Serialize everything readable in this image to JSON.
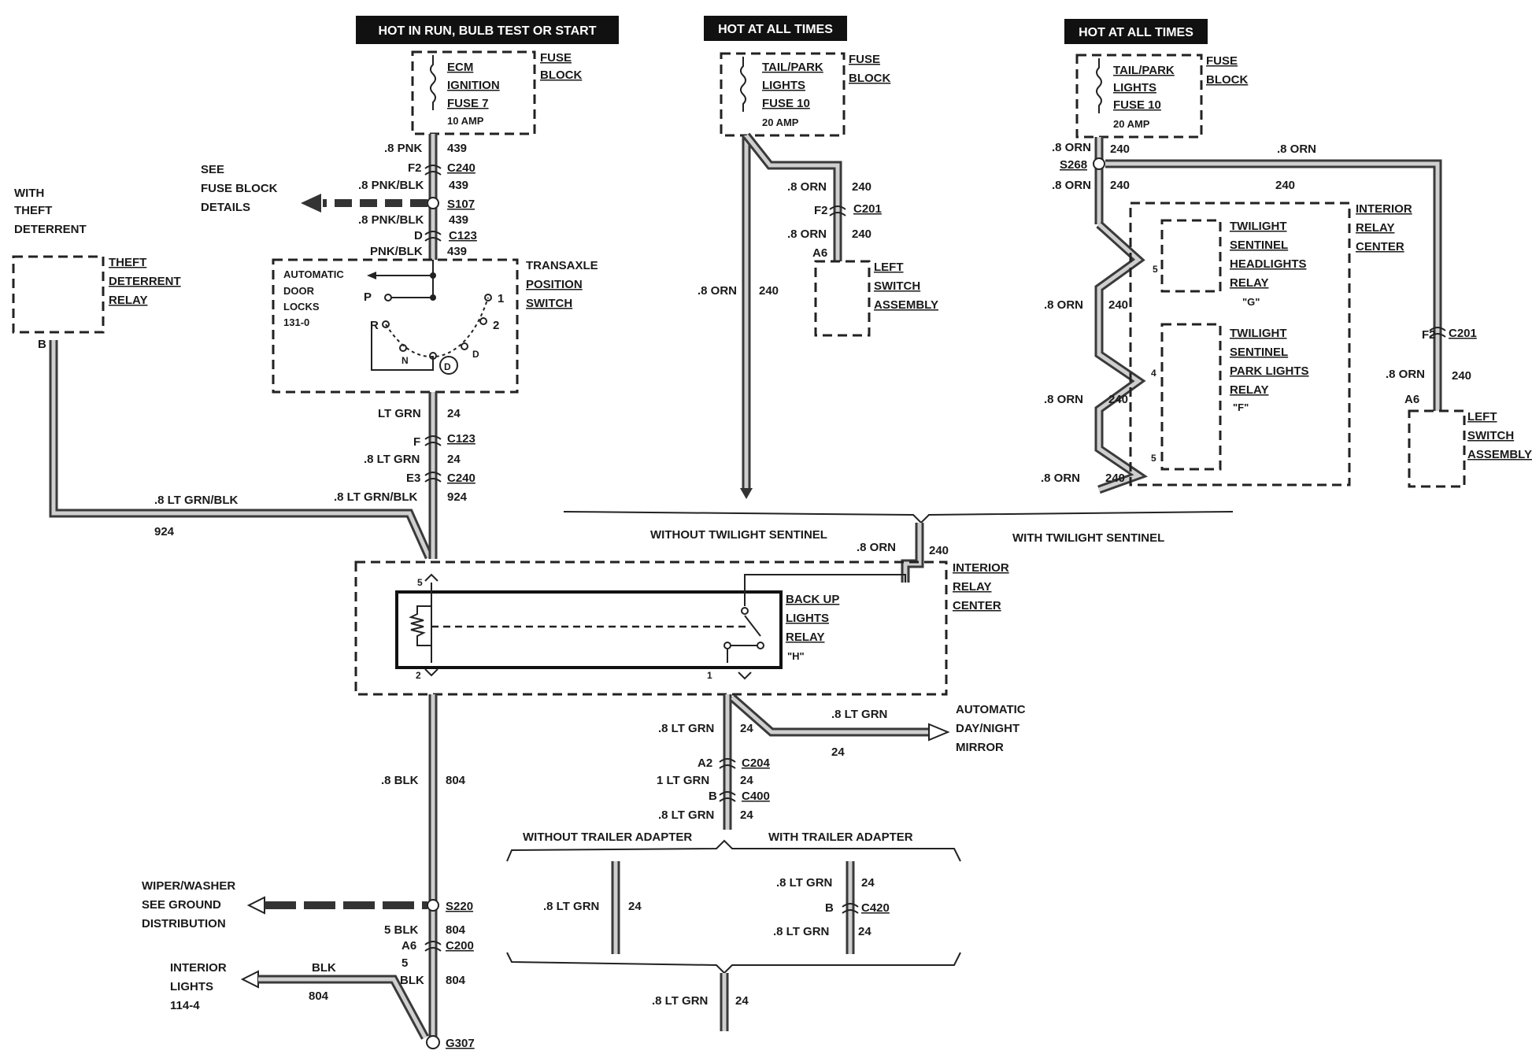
{
  "headers": {
    "hot_run": "HOT IN RUN, BULB TEST OR  START",
    "hot_always_1": "HOT AT ALL TIMES",
    "hot_always_2": "HOT AT ALL TIMES"
  },
  "fuse_blocks": {
    "ecm": {
      "line1": "ECM",
      "line2": "IGNITION",
      "line3": "FUSE 7",
      "line4": "10 AMP",
      "label1": "FUSE",
      "label2": "BLOCK"
    },
    "tail1": {
      "line1": "TAIL/PARK",
      "line2": "LIGHTS",
      "line3": "FUSE 10",
      "line4": "20 AMP",
      "label1": "FUSE",
      "label2": "BLOCK"
    },
    "tail2": {
      "line1": "TAIL/PARK",
      "line2": "LIGHTS",
      "line3": "FUSE 10",
      "line4": "20 AMP",
      "label1": "FUSE",
      "label2": "BLOCK"
    }
  },
  "left_column": {
    "w1_color": ".8 PNK",
    "w1_num": "439",
    "f2": "F2",
    "c240": "C240",
    "w2_color": ".8 PNK/BLK",
    "w2_num": "439",
    "s107": "S107",
    "w3_color": ".8 PNK/BLK",
    "w3_num": "439",
    "d": "D",
    "c123": "C123",
    "w4_color": "PNK/BLK",
    "w4_num": "439",
    "see1": "SEE",
    "see2": "FUSE BLOCK",
    "see3": "DETAILS",
    "theft1": "WITH",
    "theft2": "THEFT",
    "theft3": "DETERRENT",
    "tdr1": "THEFT",
    "tdr2": "DETERRENT",
    "tdr3": "RELAY",
    "b": "B",
    "auto1": "AUTOMATIC",
    "auto2": "DOOR",
    "auto3": "LOCKS",
    "auto4": "131-0",
    "trans1": "TRANSAXLE",
    "trans2": "POSITION",
    "trans3": "SWITCH",
    "sw_p": "P",
    "sw_r": "R",
    "sw_n": "N",
    "sw_d": "D",
    "sw_dc": "D",
    "sw_1": "1",
    "sw_2": "2",
    "w5_color": "LT GRN",
    "w5_num": "24",
    "f": "F",
    "c123b": "C123",
    "w6_color": ".8 LT GRN",
    "w6_num": "24",
    "e3": "E3",
    "c240b": "C240",
    "w7_color": ".8 LT GRN/BLK",
    "w7_num": "924",
    "w8_color": ".8 LT GRN/BLK",
    "w8_num": "924",
    "w9_color": ".8 BLK",
    "w9_num": "804",
    "wiper1": "WIPER/WASHER",
    "wiper2": "SEE GROUND",
    "wiper3": "DISTRIBUTION",
    "s220": "S220",
    "w10_color": "5 BLK",
    "w10_num": "804",
    "a6": "A6",
    "c200": "C200",
    "five": "5",
    "w11_color": "BLK",
    "w11_num": "804",
    "int1": "INTERIOR",
    "int2": "LIGHTS",
    "int3": "114-4",
    "w12_color": "BLK",
    "w12_num": "804",
    "g307": "G307"
  },
  "middle_column": {
    "w1_color": ".8 ORN",
    "w1_num": "240",
    "f2": "F2",
    "c201": "C201",
    "w2_color": ".8 ORN",
    "w2_num": "240",
    "a6": "A6",
    "ls1": "LEFT",
    "ls2": "SWITCH",
    "ls3": "ASSEMBLY",
    "w3_color": ".8 ORN",
    "w3_num": "240"
  },
  "right_column": {
    "w1_color": ".8 ORN",
    "w1_num": "240",
    "s268": "S268",
    "w2_color": ".8 ORN",
    "w2_num": "240",
    "w_top_color": ".8 ORN",
    "w_top_num": "240",
    "irc1": "INTERIOR",
    "irc2": "RELAY",
    "irc3": "CENTER",
    "tsh1": "TWILIGHT",
    "tsh2": "SENTINEL",
    "tsh3": "HEADLIGHTS",
    "tsh4": "RELAY",
    "tsh5": "\"G\"",
    "tsp1": "TWILIGHT",
    "tsp2": "SENTINEL",
    "tsp3": "PARK LIGHTS",
    "tsp4": "RELAY",
    "tsp5": "\"F\"",
    "pin5a": "5",
    "pin4": "4",
    "pin5b": "5",
    "w3_color": ".8 ORN",
    "w3_num": "240",
    "w4_color": ".8 ORN",
    "w4_num": "240",
    "w5_color": ".8 ORN",
    "w5_num": "240",
    "f2": "F2",
    "c201": "C201",
    "w6_color": ".8 ORN",
    "w6_num": "240",
    "a6": "A6",
    "ls1": "LEFT",
    "ls2": "SWITCH",
    "ls3": "ASSEMBLY"
  },
  "junction": {
    "without_ts": "WITHOUT TWILIGHT SENTINEL",
    "with_ts": "WITH TWILIGHT SENTINEL",
    "w_color": ".8 ORN",
    "w_num": "240"
  },
  "relay_center": {
    "irc1": "INTERIOR",
    "irc2": "RELAY",
    "irc3": "CENTER",
    "bu1": "BACK UP",
    "bu2": "LIGHTS",
    "bu3": "RELAY",
    "bu4": "\"H\"",
    "pin5": "5",
    "pin2": "2",
    "pin1": "1"
  },
  "lower_middle": {
    "w1_color": ".8 LT GRN",
    "w1_num": "24",
    "mir_color": ".8 LT GRN",
    "mir_num": "24",
    "mir1": "AUTOMATIC",
    "mir2": "DAY/NIGHT",
    "mir3": "MIRROR",
    "a2": "A2",
    "c204": "C204",
    "w2_color": "1 LT GRN",
    "w2_num": "24",
    "b": "B",
    "c400": "C400",
    "w3_color": ".8 LT GRN",
    "w3_num": "24",
    "without_ta": "WITHOUT TRAILER ADAPTER",
    "with_ta": "WITH TRAILER ADAPTER",
    "w4_color": ".8 LT GRN",
    "w4_num": "24",
    "w5_color": ".8 LT GRN",
    "w5_num": "24",
    "b2": "B",
    "c420": "C420",
    "w6_color": ".8 LT GRN",
    "w6_num": "24",
    "w7_color": ".8 LT GRN",
    "w7_num": "24"
  }
}
